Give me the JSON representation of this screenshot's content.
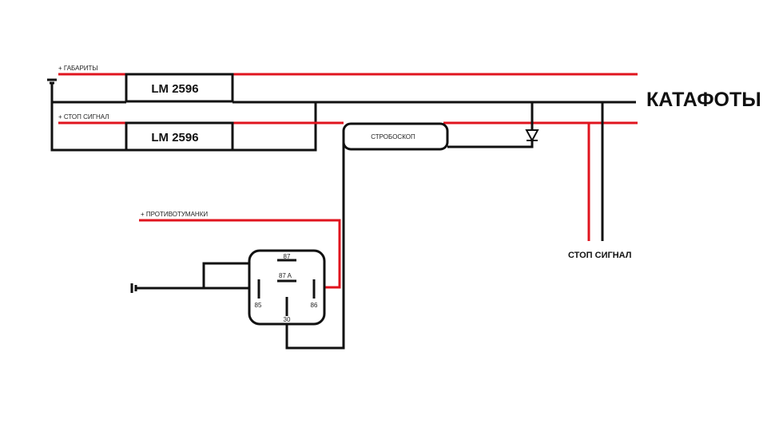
{
  "labels": {
    "gabarity": "+ ГАБАРИТЫ",
    "stop_signal_in": "+ СТОП СИГНАЛ",
    "protivotumanki": "+ ПРОТИВОТУМАНКИ",
    "katafoty": "КАТАФОТЫ",
    "stop_signal_out": "СТОП СИГНАЛ"
  },
  "modules": {
    "lm_top": "LM 2596",
    "lm_bottom": "LM 2596",
    "stroboskop": "СТРОБОСКОП"
  },
  "relay": {
    "pin_87": "87",
    "pin_87a": "87 A",
    "pin_85": "85",
    "pin_86": "86",
    "pin_30": "30"
  },
  "colors": {
    "positive_wire": "#e0141e",
    "ground_wire": "#111111"
  }
}
